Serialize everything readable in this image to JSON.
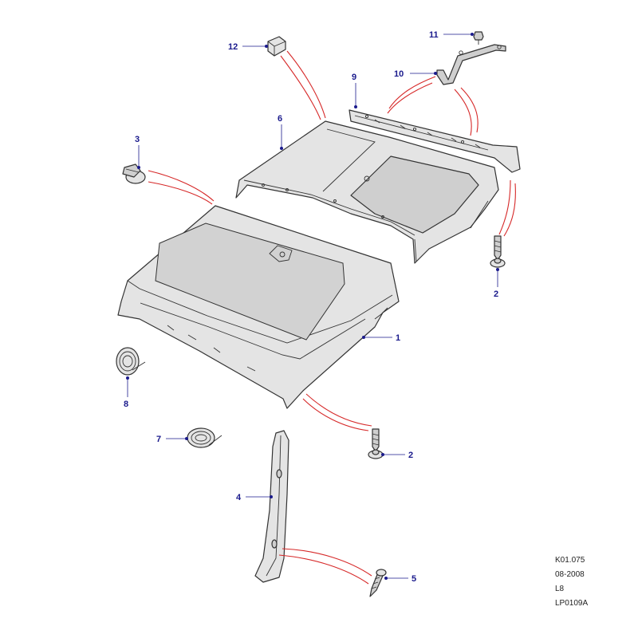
{
  "diagram": {
    "callouts": [
      {
        "id": "c1",
        "label": "1"
      },
      {
        "id": "c2a",
        "label": "2"
      },
      {
        "id": "c2b",
        "label": "2"
      },
      {
        "id": "c3",
        "label": "3"
      },
      {
        "id": "c4",
        "label": "4"
      },
      {
        "id": "c5",
        "label": "5"
      },
      {
        "id": "c6",
        "label": "6"
      },
      {
        "id": "c7",
        "label": "7"
      },
      {
        "id": "c8",
        "label": "8"
      },
      {
        "id": "c9",
        "label": "9"
      },
      {
        "id": "c10",
        "label": "10"
      },
      {
        "id": "c11",
        "label": "11"
      },
      {
        "id": "c12",
        "label": "12"
      }
    ],
    "reference": {
      "line1": "K01.075",
      "line2": "08-2008",
      "line3": "L8",
      "line4": "LP0109A"
    },
    "colors": {
      "callout_text": "#1a1a8c",
      "leader": "#1a1a8c",
      "relation_line": "#d62828",
      "outline": "#333333"
    }
  }
}
